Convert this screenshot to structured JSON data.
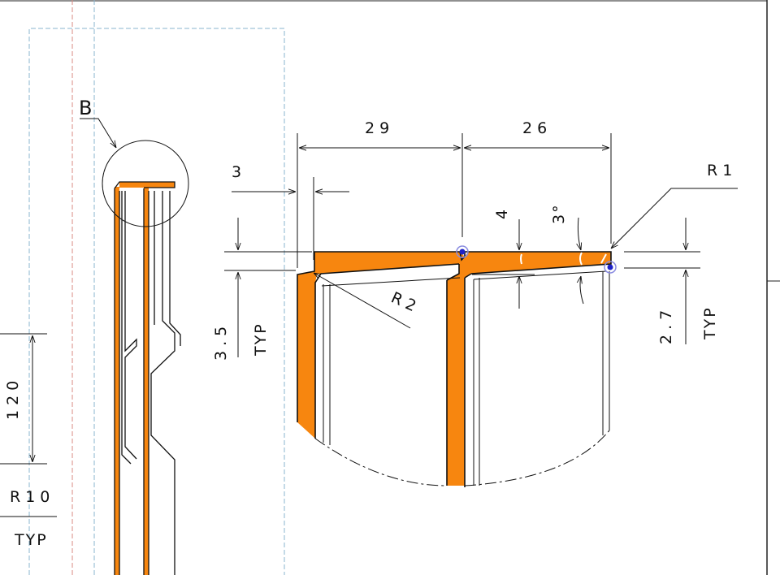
{
  "colors": {
    "material": "#f7860f",
    "outline": "#111111",
    "construction_blue": "#8ab4cf",
    "construction_red": "#d98a82",
    "point": "#1e22c8"
  },
  "detail_callout": {
    "label": "B"
  },
  "left_view": {
    "dim_120": "120",
    "radius_label": "R10",
    "radius_note": "TYP"
  },
  "detail_view": {
    "dim_29": "29",
    "dim_26": "26",
    "dim_3": "3",
    "dim_4": "4",
    "angle_3": "3°",
    "r1": "R1",
    "r2": "R2",
    "thk_left": "3.5",
    "thk_left_note": "TYP",
    "thk_right": "2.7",
    "thk_right_note": "TYP"
  }
}
